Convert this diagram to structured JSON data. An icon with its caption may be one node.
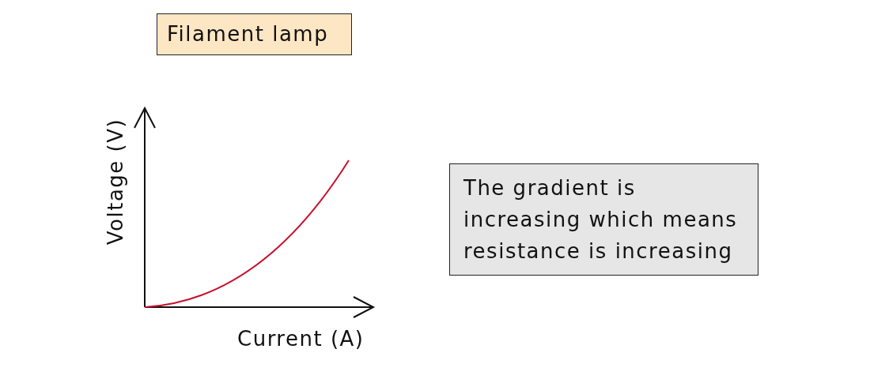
{
  "diagram": {
    "nodes": [
      {
        "text": [
          "Filament lamp"
        ]
      },
      {
        "text": [
          "The gradient is increasing which means resistance is increasing"
        ]
      }
    ],
    "labels": [
      "Voltage (V)",
      "Current (A)"
    ]
  }
}
